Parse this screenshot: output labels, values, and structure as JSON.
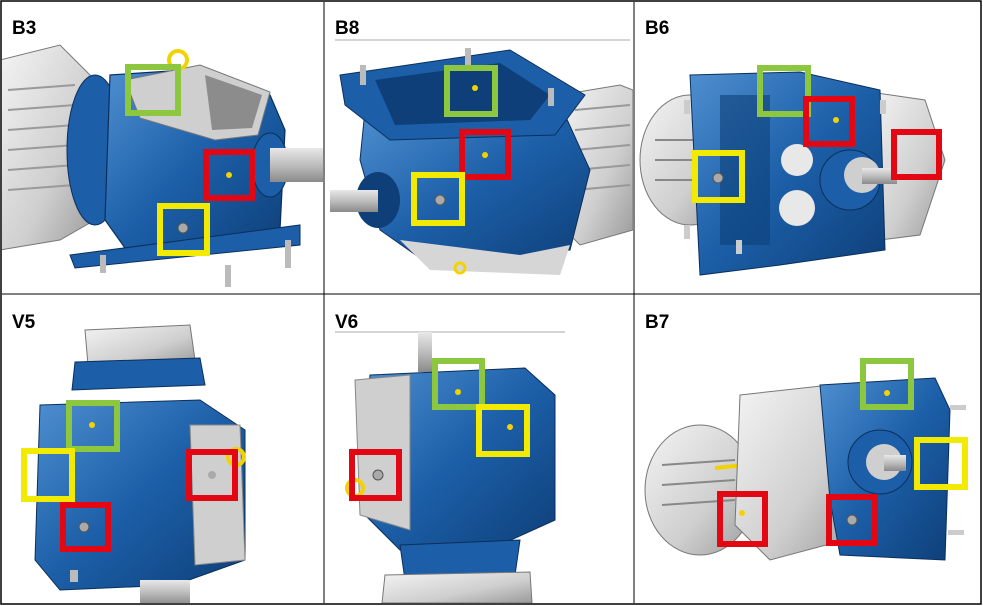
{
  "panels": [
    {
      "label": "B3"
    },
    {
      "label": "B8"
    },
    {
      "label": "B6"
    },
    {
      "label": "V5"
    },
    {
      "label": "V6"
    },
    {
      "label": "B7"
    }
  ],
  "colors": {
    "housing_blue": "#1c5fa8",
    "housing_dark": "#0e3f78",
    "housing_light": "#4f8fd0",
    "motor_grey": "#d9d9d9",
    "marker_green": "#8dc63f",
    "marker_red": "#e30613",
    "marker_yellow": "#f2ea00",
    "lifting_eye": "#f2d200"
  },
  "marker_legend_icons": [
    "green-square-marker",
    "red-square-marker",
    "yellow-square-marker"
  ]
}
